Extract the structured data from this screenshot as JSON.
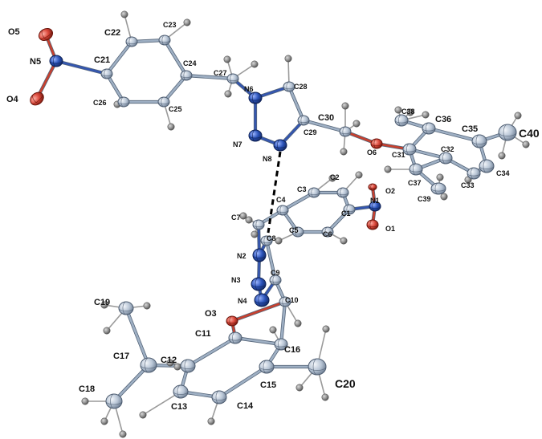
{
  "colors": {
    "carbon": "#b9c6d6",
    "carbon_edge": "#4d5c70",
    "nitrogen": "#2a52b8",
    "oxygen": "#d9473a",
    "hydrogen": "#8c8c8c",
    "bond_c": "#9fb0c4",
    "bond_n": "#3456b0",
    "bond_o": "#c8402e",
    "hbond": "#000000"
  },
  "atom_labels": {
    "O5": "O5",
    "N5": "N5",
    "O4": "O4",
    "C21": "C21",
    "C22": "C22",
    "C23": "C23",
    "C24": "C24",
    "C25": "C25",
    "C26": "C26",
    "C27": "C27",
    "N6": "N6",
    "N7": "N7",
    "N8": "N8",
    "C28": "C28",
    "C29": "C29",
    "C30": "C30",
    "O6": "O6",
    "C31": "C31",
    "C32": "C32",
    "C33": "C33",
    "C34": "C34",
    "C35": "C35",
    "C36": "C36",
    "C37": "C37",
    "C38": "C38",
    "C39": "C39",
    "C40": "C40",
    "C1": "C1",
    "C2": "C2",
    "C3": "C3",
    "C4": "C4",
    "C5": "C5",
    "C6": "C6",
    "C7": "C7",
    "N1": "N1",
    "O1": "O1",
    "O2": "O2",
    "N2": "N2",
    "N3": "N3",
    "N4": "N4",
    "C8": "C8",
    "C9": "C9",
    "C10": "C10",
    "O3": "O3",
    "C11": "C11",
    "C12": "C12",
    "C13": "C13",
    "C14": "C14",
    "C15": "C15",
    "C16": "C16",
    "C17": "C17",
    "C18": "C18",
    "C19": "C19",
    "C20": "C20"
  }
}
